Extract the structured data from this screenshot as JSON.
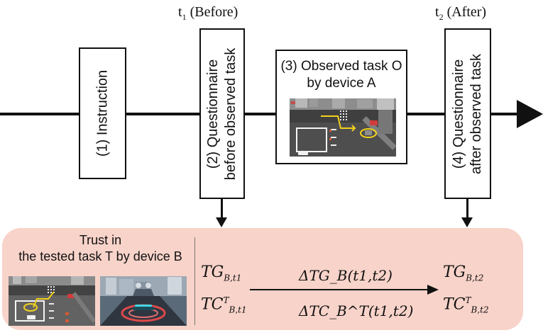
{
  "steps": [
    {
      "label": "(1) Instruction"
    },
    {
      "label_lines": [
        "(2) Questionnaire",
        "before observed task"
      ]
    },
    {
      "label_lines": [
        "(3) Observed task O",
        "by device A"
      ]
    },
    {
      "label_lines": [
        "(4) Questionnaire",
        "after  observed task"
      ]
    }
  ],
  "times": [
    {
      "symbol": "t",
      "sub": "1",
      "label": "(Before)"
    },
    {
      "symbol": "t",
      "sub": "2",
      "label": "(After)"
    }
  ],
  "trust_panel": {
    "title_lines": [
      "Trust in",
      "the tested task T by device B"
    ],
    "left_vars": [
      {
        "base": "TG",
        "sub": "B,t1"
      },
      {
        "base": "TC",
        "sup": "T",
        "sub": "B,t1"
      }
    ],
    "right_vars": [
      {
        "base": "TG",
        "sub": "B,t2"
      },
      {
        "base": "TC",
        "sup": "T",
        "sub": "B,t2"
      }
    ],
    "delta_labels": [
      "ΔTG_B(t1,t2)",
      "ΔTC_B^T(t1,t2)"
    ]
  },
  "colors": {
    "panel": "#f8d3c9",
    "route": "#f2d11d"
  }
}
